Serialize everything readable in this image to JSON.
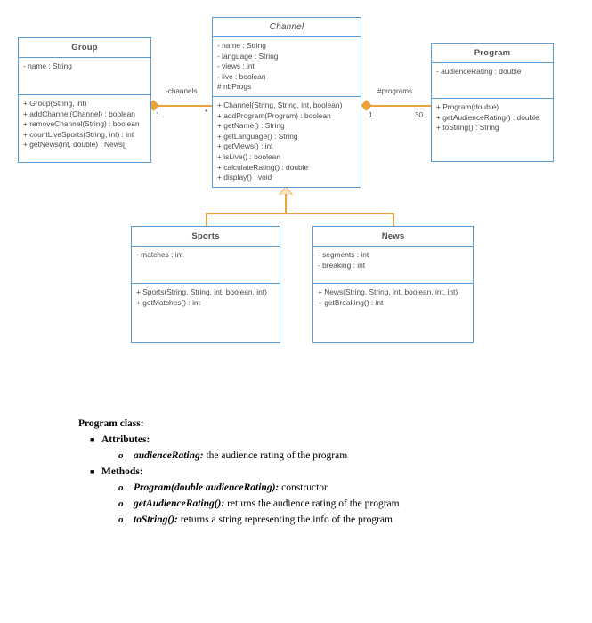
{
  "diagram": {
    "classes": [
      {
        "id": "group",
        "name": "Group",
        "abstract": false,
        "attributes": [
          "- name : String"
        ],
        "operations": [
          "+ Group(String, int)",
          "+ addChannel(Channel) : boolean",
          "+ removeChannel(String) : boolean",
          "+ countLiveSports(String, int) : int",
          "+ getNews(int, double) : News[]"
        ]
      },
      {
        "id": "channel",
        "name": "Channel",
        "abstract": true,
        "attributes": [
          "- name : String",
          "- language : String",
          "- views : int",
          "- live : boolean",
          "# nbProgs"
        ],
        "operations": [
          "+ Channel(String, String, int, boolean)",
          "+ addProgram(Program) :  boolean",
          "+ getName() : String",
          "+ getLanguage() : String",
          "+ getViews() : int",
          "+ isLive() : boolean",
          "+ calculateRating() : double",
          "+ display() : void"
        ]
      },
      {
        "id": "program",
        "name": "Program",
        "abstract": false,
        "attributes": [
          "- audienceRating : double"
        ],
        "operations": [
          "+ Program(double)",
          "+ getAudienceRating() : double",
          "+ toString() : String"
        ]
      },
      {
        "id": "sports",
        "name": "Sports",
        "abstract": false,
        "attributes": [
          "- matches : int"
        ],
        "operations": [
          "+ Sports(String, String, int, boolean, int)",
          "+ getMatches() : int"
        ]
      },
      {
        "id": "news",
        "name": "News",
        "abstract": false,
        "attributes": [
          "- segments : int",
          "- breaking : int"
        ],
        "operations": [
          "+ News(String, String, int, boolean, int, int)",
          "+ getBreaking() : int"
        ]
      }
    ],
    "associations": [
      {
        "id": "group-channel",
        "label": "-channels",
        "source_multiplicity": "1",
        "target_multiplicity": "*"
      },
      {
        "id": "channel-program",
        "label": "#programs",
        "source_multiplicity": "1",
        "target_multiplicity": "30"
      }
    ],
    "colors": {
      "class_border": "#5b9bd5",
      "connector": "#e8a33d",
      "text": "#4a4a4a"
    }
  },
  "notes": {
    "heading": "Program class:",
    "sections": [
      {
        "title": "Attributes:",
        "items": [
          {
            "term": "audienceRating:",
            "desc": "the audience rating of the program"
          }
        ]
      },
      {
        "title": "Methods:",
        "items": [
          {
            "term": "Program(double audienceRating):",
            "desc": "constructor"
          },
          {
            "term": "getAudienceRating():",
            "desc": "returns the audience rating of the program"
          },
          {
            "term": "toString():",
            "desc": "returns a string representing the info of the program"
          }
        ]
      }
    ]
  }
}
